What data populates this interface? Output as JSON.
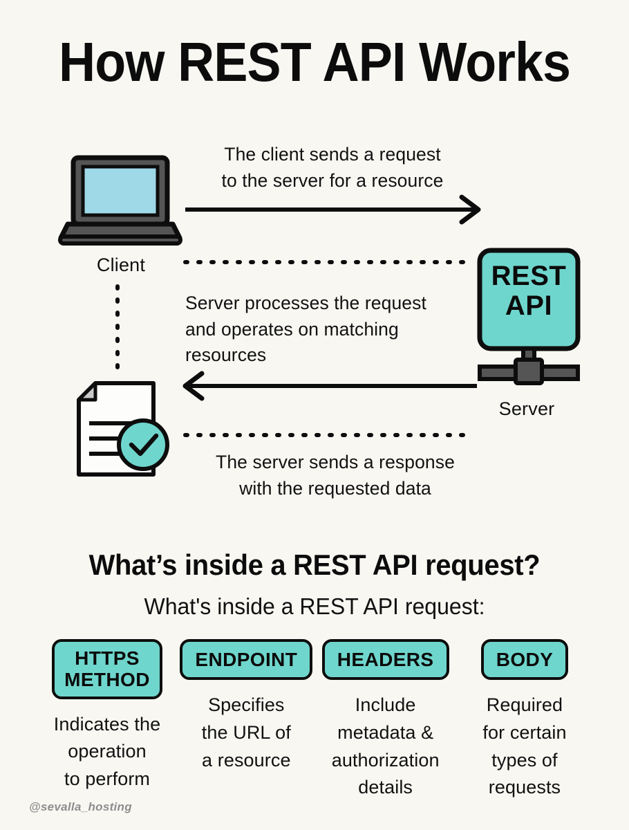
{
  "title": "How REST API Works",
  "diagram": {
    "client_label": "Client",
    "server_label": "Server",
    "server_box_line1": "REST",
    "server_box_line2": "API",
    "flow_request_line1": "The client sends a request",
    "flow_request_line2": "to the server for a resource",
    "flow_process_line1": "Server processes the request",
    "flow_process_line2": "and operates on matching",
    "flow_process_line3": "resources",
    "flow_response_line1": "The server sends a response",
    "flow_response_line2": "with the requested data",
    "icons": {
      "client": "laptop-icon",
      "resource": "document-check-icon",
      "server": "server-rack-icon",
      "request_arrow": "arrow-right-icon",
      "response_arrow": "arrow-left-icon"
    }
  },
  "section": {
    "heading": "What’s inside a REST API request?",
    "subheading": "What's inside a REST API request:",
    "cards": [
      {
        "chip_line1": "HTTPS",
        "chip_line2": "METHOD",
        "desc_line1": "Indicates the",
        "desc_line2": "operation",
        "desc_line3": "to perform"
      },
      {
        "chip_line1": "ENDPOINT",
        "chip_line2": "",
        "desc_line1": "Specifies",
        "desc_line2": "the URL of",
        "desc_line3": "a resource"
      },
      {
        "chip_line1": "HEADERS",
        "chip_line2": "",
        "desc_line1": "Include",
        "desc_line2": "metadata &",
        "desc_line3": "authorization",
        "desc_line4": "details"
      },
      {
        "chip_line1": "BODY",
        "chip_line2": "",
        "desc_line1": "Required",
        "desc_line2": "for certain",
        "desc_line3": "types of",
        "desc_line4": "requests"
      }
    ]
  },
  "watermark": "@sevalla_hosting",
  "colors": {
    "background": "#f8f7f2",
    "teal": "#6fd6cd",
    "screen_blue": "#9fd9e8",
    "ink": "#0d0d0d",
    "device_gray": "#555555",
    "watermark_gray": "#8d8d8d"
  }
}
